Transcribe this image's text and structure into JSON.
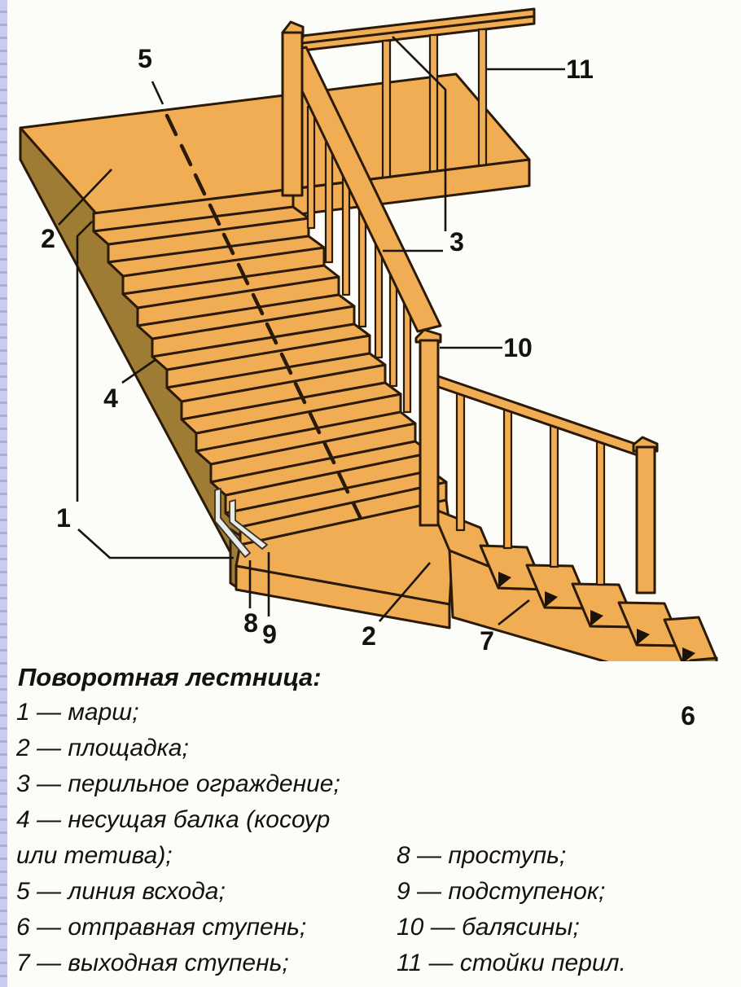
{
  "legend": {
    "title": "Поворотная лестница:",
    "left": [
      "1 — марш;",
      "2 — площадка;",
      "3 — перильное ограждение;",
      "4 — несущая балка (косоур",
      "или тетива);",
      "5 — линия всхода;",
      "6 — отправная ступень;",
      "7 — выходная ступень;"
    ],
    "right": [
      "8 — проступь;",
      "9 — подступенок;",
      "10 — балясины;",
      "11 — стойки перил."
    ]
  },
  "callouts": [
    {
      "n": "5"
    },
    {
      "n": "2"
    },
    {
      "n": "11"
    },
    {
      "n": "3"
    },
    {
      "n": "10"
    },
    {
      "n": "4"
    },
    {
      "n": "1"
    },
    {
      "n": "8"
    },
    {
      "n": "9"
    },
    {
      "n": "2"
    },
    {
      "n": "7"
    },
    {
      "n": "6"
    }
  ],
  "colors": {
    "wood": "#F0AD53",
    "wood_shadow": "#9E7C33",
    "outline": "#2B1A08",
    "background": "#FCFCF9",
    "page_edge_blue": "#C9CCEC",
    "highlight_board": "#EBEBE6",
    "text": "#141210"
  }
}
